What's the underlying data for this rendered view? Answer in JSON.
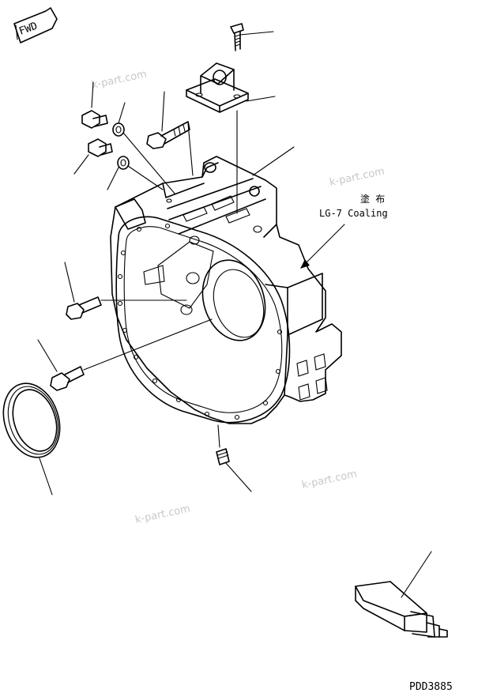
{
  "fwd_label": "FWD",
  "note": {
    "jp": "塗 布",
    "en": "LG-7 Coaling"
  },
  "drawing_code": "PDD3885",
  "watermark": "k-part.com"
}
